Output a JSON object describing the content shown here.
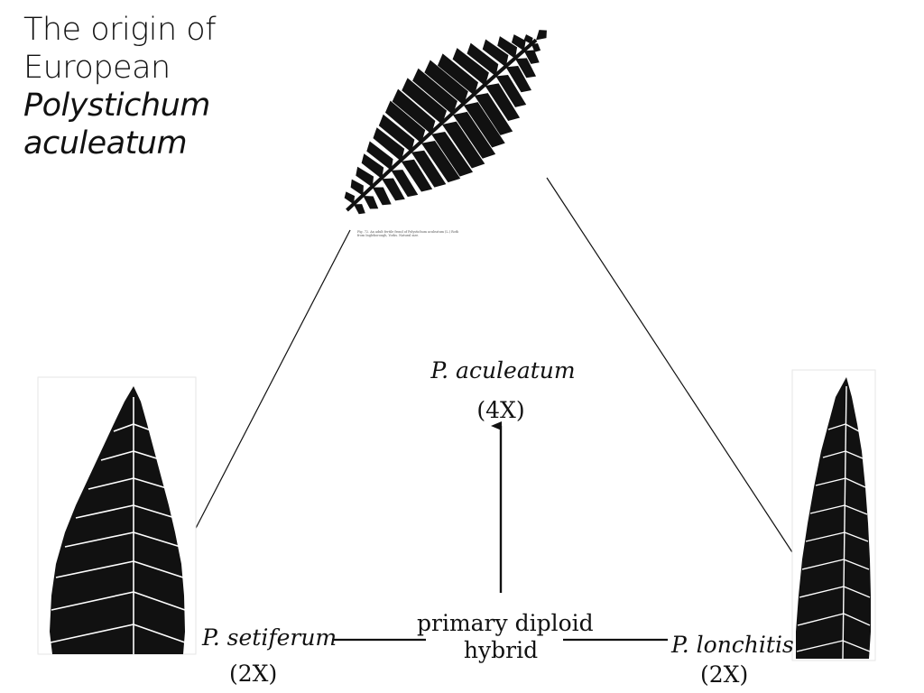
{
  "title": {
    "line1": "The origin of",
    "line2": "European",
    "line3": "Polystichum",
    "line4": "aculeatum"
  },
  "caption": "Fig. 72. An adult fertile frond of Polystichum aculeatum (L.) Roth from Ingleborough, Yorks. Natural size.",
  "nodes": {
    "top": {
      "name": "P. aculeatum",
      "ploidy": "(4X)"
    },
    "left": {
      "name": "P. setiferum",
      "ploidy": "(2X)"
    },
    "right": {
      "name": "P. lonchitis",
      "ploidy": "(2X)"
    },
    "center": {
      "line1": "primary diploid",
      "line2": "hybrid"
    }
  },
  "colors": {
    "ink": "#111111",
    "background": "#ffffff"
  }
}
